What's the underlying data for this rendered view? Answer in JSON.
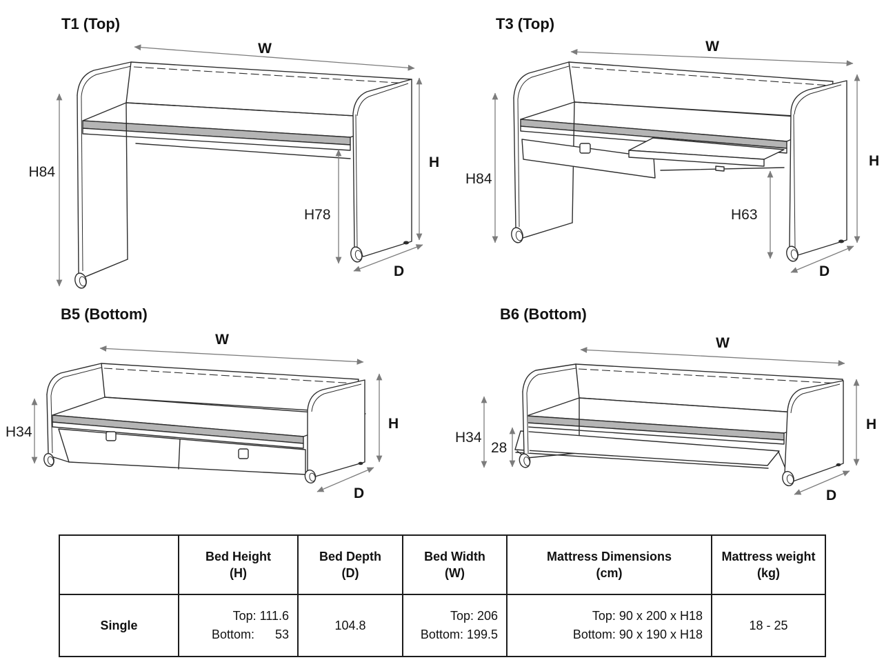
{
  "colors": {
    "line": "#2d2d2d",
    "arrow": "#7c7c7c",
    "rail_gray": "#b5b5b5",
    "text": "#111111"
  },
  "diagrams": {
    "t1": {
      "title": "T1 (Top)",
      "width_label": "W",
      "height_label": "H",
      "depth_label": "D",
      "side_height_label": "H84",
      "underbed_height_label": "H78"
    },
    "t3": {
      "title": "T3 (Top)",
      "width_label": "W",
      "height_label": "H",
      "depth_label": "D",
      "side_height_label": "H84",
      "underbed_height_label": "H63"
    },
    "b5": {
      "title": "B5 (Bottom)",
      "width_label": "W",
      "height_label": "H",
      "depth_label": "D",
      "side_height_label": "H34"
    },
    "b6": {
      "title": "B6 (Bottom)",
      "width_label": "W",
      "height_label": "H",
      "depth_label": "D",
      "side_height_label": "H34",
      "fold_height_label": "28"
    }
  },
  "table": {
    "headers": [
      {
        "line1": "",
        "line2": ""
      },
      {
        "line1": "Bed Height",
        "line2": "(H)"
      },
      {
        "line1": "Bed Depth",
        "line2": "(D)"
      },
      {
        "line1": "Bed Width",
        "line2": "(W)"
      },
      {
        "line1": "Mattress Dimensions",
        "line2": "(cm)"
      },
      {
        "line1": "Mattress weight",
        "line2": "(kg)"
      }
    ],
    "row": {
      "label": "Single",
      "bed_height_line1": "Top: 111.6",
      "bed_height_line2": "Bottom:      53",
      "bed_depth": "104.8",
      "bed_width_line1": "Top: 206",
      "bed_width_line2": "Bottom: 199.5",
      "mattress_dimensions_line1": "Top: 90 x 200 x H18",
      "mattress_dimensions_line2": "Bottom: 90 x 190 x H18",
      "mattress_weight": "18 - 25"
    }
  }
}
